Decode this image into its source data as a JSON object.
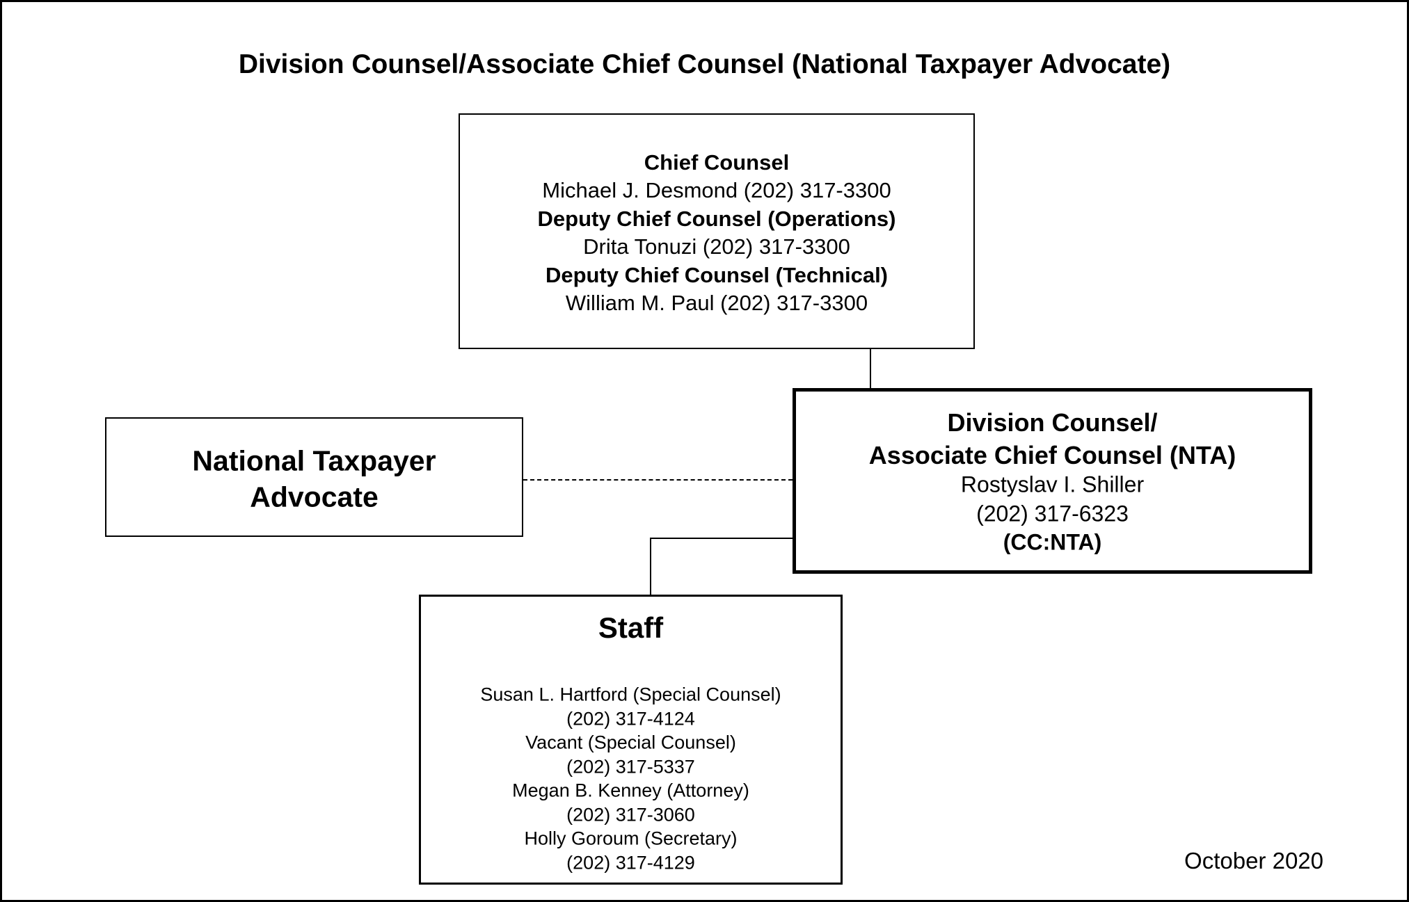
{
  "title": "Division Counsel/Associate Chief Counsel (National Taxpayer Advocate)",
  "chief_box": {
    "lines": [
      {
        "text": "Chief Counsel",
        "bold": true
      },
      {
        "text": "Michael J. Desmond  (202) 317-3300",
        "bold": false
      },
      {
        "text": "Deputy Chief Counsel (Operations)",
        "bold": true
      },
      {
        "text": "Drita Tonuzi  (202) 317-3300",
        "bold": false
      },
      {
        "text": "Deputy Chief Counsel (Technical)",
        "bold": true
      },
      {
        "text": "William M. Paul  (202) 317-3300",
        "bold": false
      }
    ]
  },
  "nta_box": {
    "line1": "National Taxpayer",
    "line2": "Advocate"
  },
  "division_box": {
    "title1": "Division Counsel/",
    "title2": "Associate Chief Counsel (NTA)",
    "name": "Rostyslav I. Shiller",
    "phone": "(202) 317-6323",
    "code": "(CC:NTA)"
  },
  "staff_box": {
    "title": "Staff",
    "lines": [
      "Susan L. Hartford  (Special Counsel)",
      "(202) 317-4124",
      "Vacant  (Special Counsel)",
      "(202) 317-5337",
      "Megan B. Kenney  (Attorney)",
      "(202) 317-3060",
      "Holly Goroum (Secretary)",
      "(202) 317-4129"
    ]
  },
  "date": "October 2020"
}
